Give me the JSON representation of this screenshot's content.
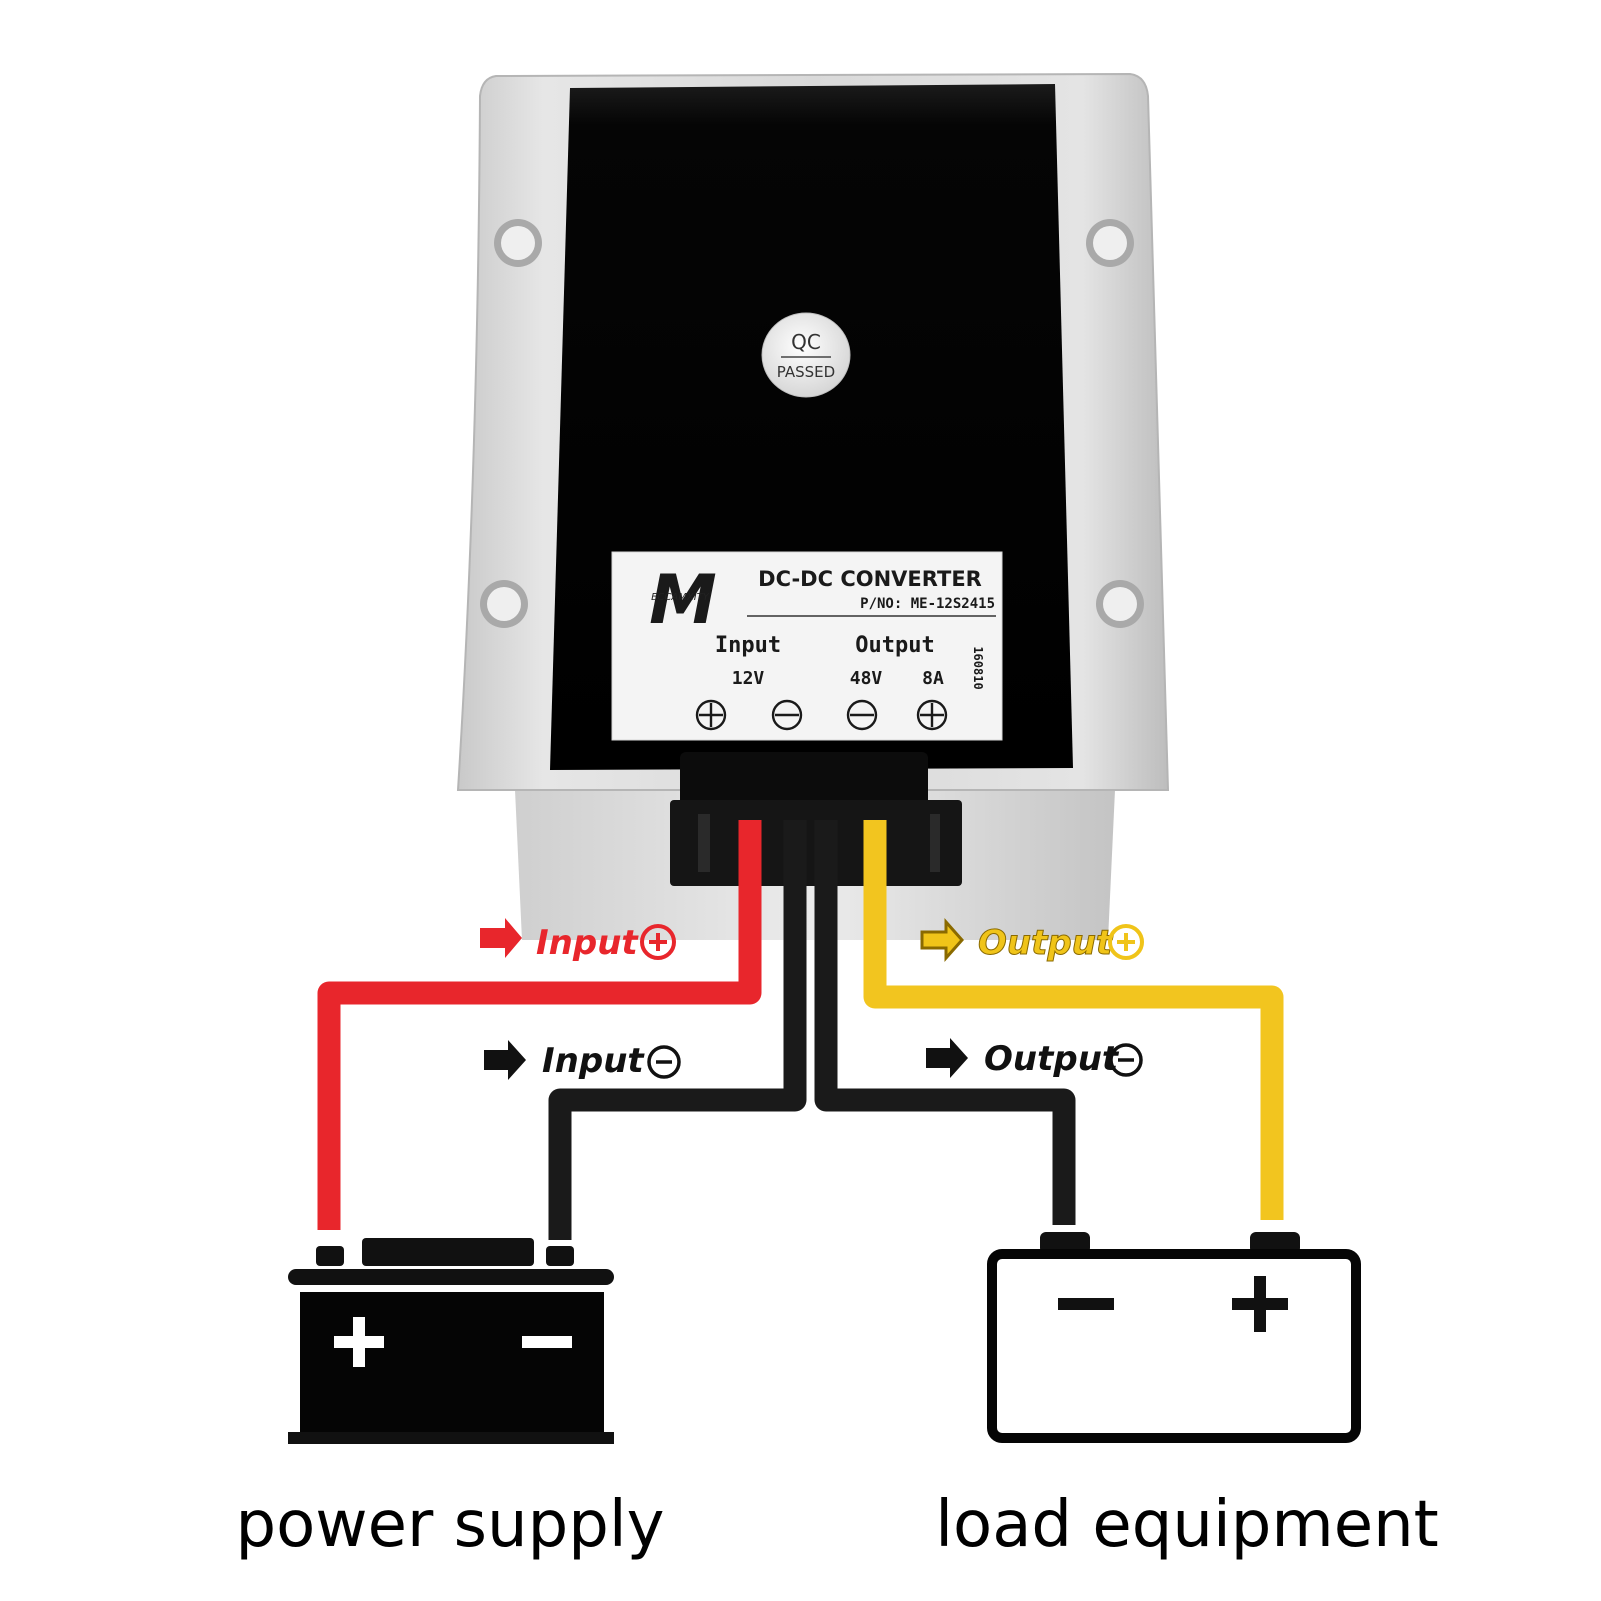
{
  "converter": {
    "qc_badge": {
      "line1": "QC",
      "line2": "PASSED"
    },
    "label": {
      "logo_letter": "M",
      "brand": "ECCAMXITY",
      "title": "DC-DC CONVERTER",
      "part_number": "P/NO: ME-12S2415",
      "input_heading": "Input",
      "output_heading": "Output",
      "input_voltage": "12V",
      "output_voltage": "48V",
      "output_current": "8A",
      "date_code": "160810"
    }
  },
  "wires": {
    "input_positive": {
      "label": "Input",
      "color": "#e8262c",
      "arrow_color": "#e8262c",
      "text_color": "#e8262c"
    },
    "input_negative": {
      "label": "Input",
      "color": "#1a1a1a",
      "arrow_color": "#111111",
      "text_color": "#111111"
    },
    "output_positive": {
      "label": "Output",
      "color": "#f2c51f",
      "arrow_color": "#f0c419",
      "text_color": "#f0c419"
    },
    "output_negative": {
      "label": "Output",
      "color": "#1a1a1a",
      "arrow_color": "#111111",
      "text_color": "#111111"
    }
  },
  "power_supply": {
    "caption": "power supply"
  },
  "load_equipment": {
    "caption": "load equipment"
  },
  "icons": [
    "plus-circle-icon",
    "minus-circle-icon",
    "arrow-right-icon",
    "battery-icon",
    "load-box-icon"
  ]
}
